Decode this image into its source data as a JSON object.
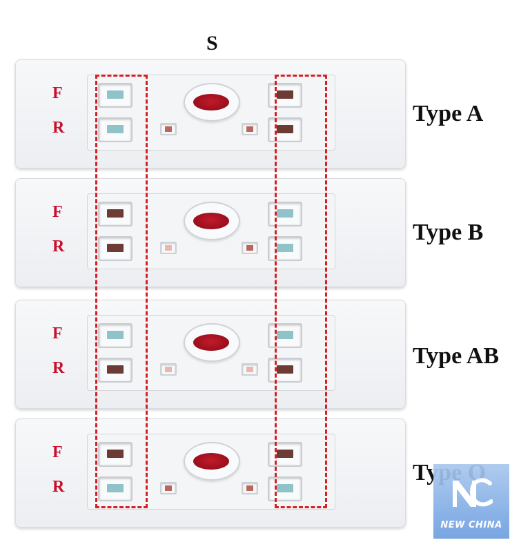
{
  "header": {
    "s_label": "S"
  },
  "row_labels": {
    "front": "F",
    "rear": "R"
  },
  "colors": {
    "teal": "#8fc3c9",
    "brown": "#6b3b34",
    "blood": "#9a0f1c",
    "mini_red": "#b8675e",
    "mini_pink": "#e8b8ae",
    "dash": "#d32024"
  },
  "cards": [
    {
      "type_label": "Type A",
      "left": [
        "teal",
        "teal"
      ],
      "right": [
        "brown",
        "brown"
      ],
      "mini": [
        "mini_red",
        "mini_red"
      ]
    },
    {
      "type_label": "Type B",
      "left": [
        "brown",
        "brown"
      ],
      "right": [
        "teal",
        "teal"
      ],
      "mini": [
        "mini_pink",
        "mini_red"
      ]
    },
    {
      "type_label": "Type AB",
      "left": [
        "teal",
        "brown"
      ],
      "right": [
        "teal",
        "brown"
      ],
      "mini": [
        "mini_pink",
        "mini_pink"
      ]
    },
    {
      "type_label": "Type O",
      "left": [
        "brown",
        "teal"
      ],
      "right": [
        "brown",
        "teal"
      ],
      "mini": [
        "mini_red",
        "mini_red"
      ]
    }
  ],
  "logo": {
    "text": "NEW CHINA",
    "icon": "xinhua-logo-icon"
  }
}
